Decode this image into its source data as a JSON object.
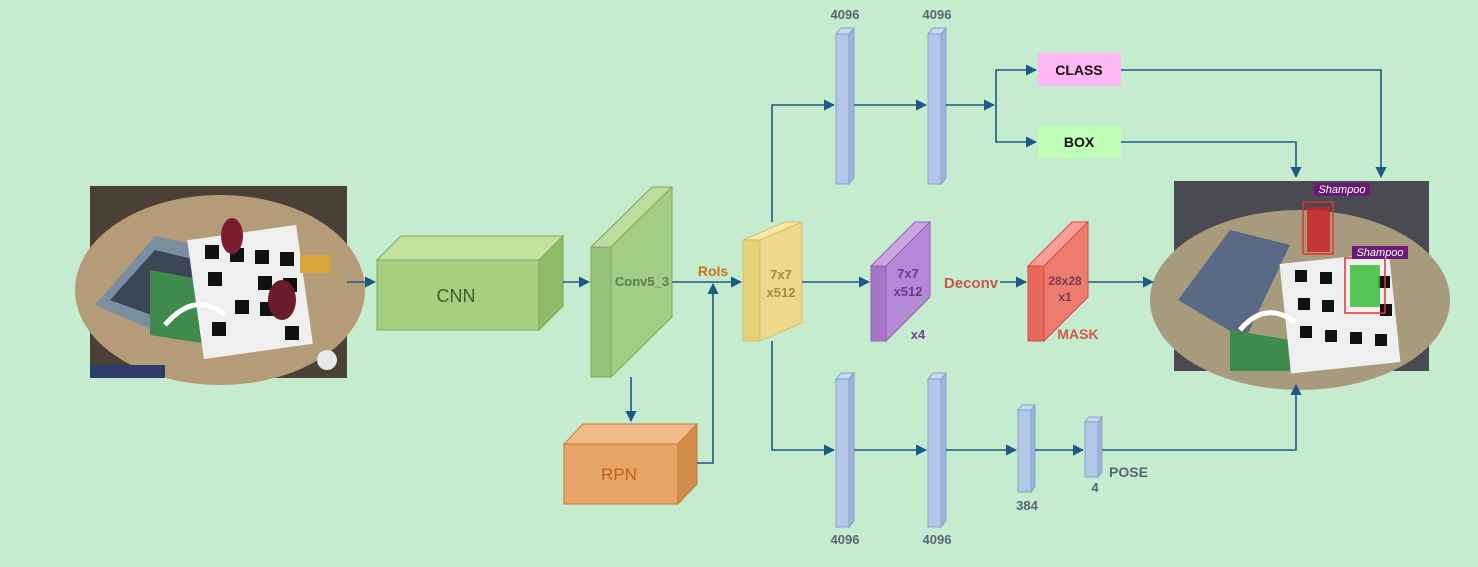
{
  "blocks": {
    "cnn": "CNN",
    "conv5": "Conv5_3",
    "rpn": "RPN",
    "rois": "RoIs",
    "roi_feat_line1": "7x7",
    "roi_feat_line2": "x512",
    "mask_feat_line1": "7x7",
    "mask_feat_line2": "x512",
    "mask_repeat": "x4",
    "deconv": "Deconv",
    "mask_out_line1": "28x28",
    "mask_out_line2": "x1",
    "mask": "MASK",
    "class": "CLASS",
    "box": "BOX",
    "pose": "POSE"
  },
  "fc_dims": {
    "top_fc1": "4096",
    "top_fc2": "4096",
    "bottom_fc1": "4096",
    "bottom_fc2": "4096",
    "bottom_fc3": "384",
    "bottom_fc4": "4"
  },
  "output_labels": {
    "label1": "Shampoo",
    "label2": "Shampoo"
  },
  "colors": {
    "background": "#c6ecd0",
    "arrow": "#1c5a86",
    "cnn": "#a7cf80",
    "conv": "#a3cc87",
    "rpn": "#e8a466",
    "roi": "#f2dc8c",
    "purple": "#b388d4",
    "red": "#ee7b70",
    "fc": "#b3c8e8",
    "class": "#ffb6f4",
    "box": "#c0ffb8"
  }
}
